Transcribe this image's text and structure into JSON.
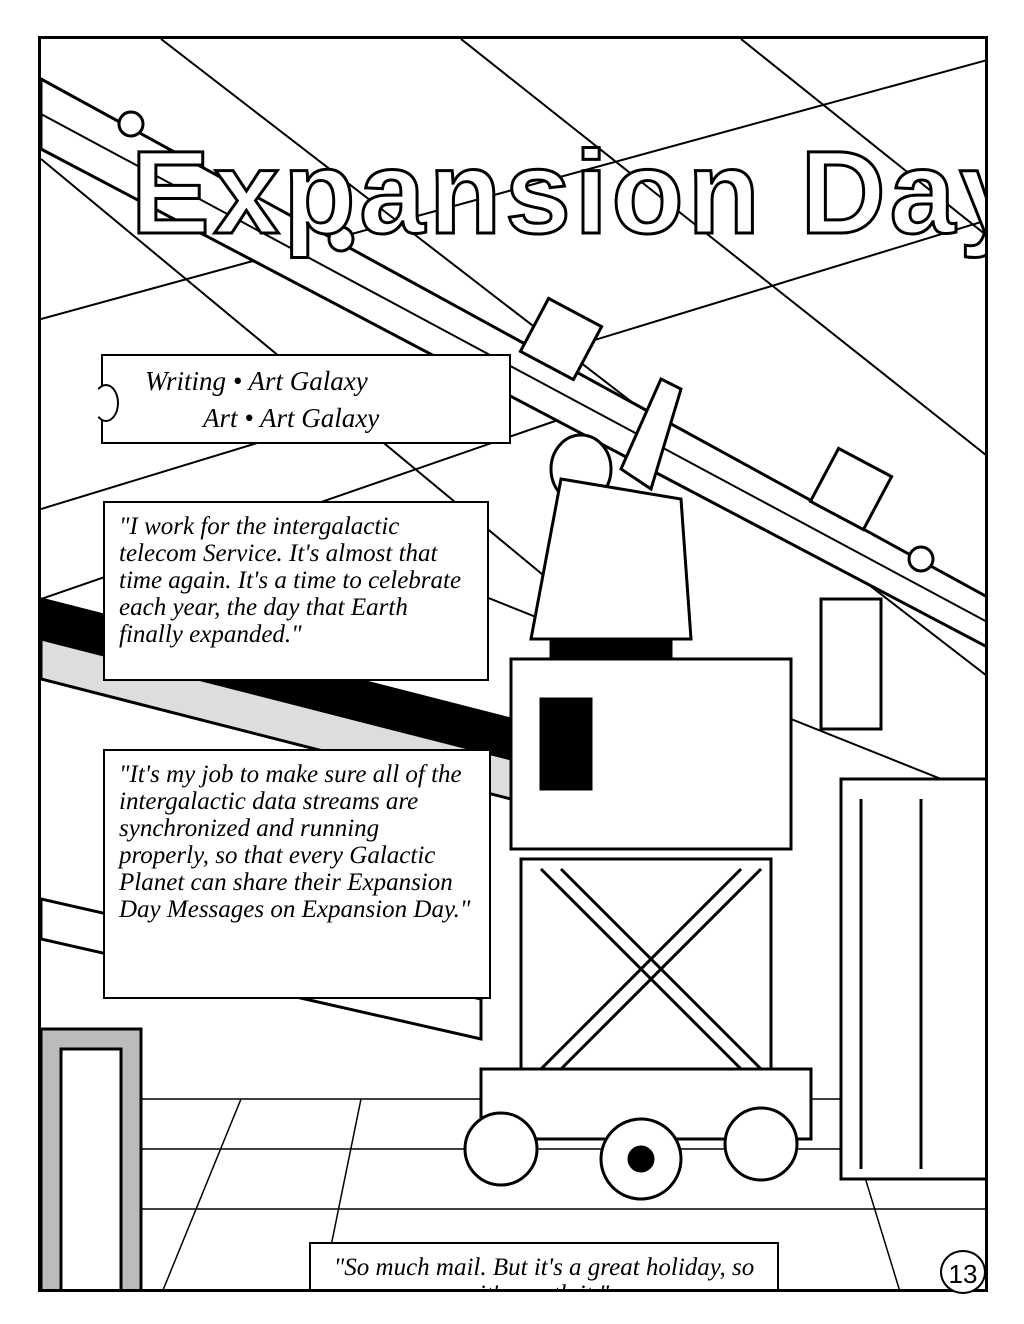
{
  "title": "Expansion Day",
  "credits": {
    "line1": "Writing • Art Galaxy",
    "line2": "Art • Art Galaxy"
  },
  "captions": {
    "caption1": "\"I work for the intergalactic telecom Service. It's almost that time again. It's a time to celebrate each year, the day that Earth finally expanded.\"",
    "caption2": "\"It's my job to make sure all of the intergalactic data streams are synchronized and running properly, so that every Galactic Planet can share their Expansion Day Messages on Expansion Day.\"",
    "caption3": "\"So much mail. But it's a great holiday, so it's worth it.\""
  },
  "page_number": "13"
}
